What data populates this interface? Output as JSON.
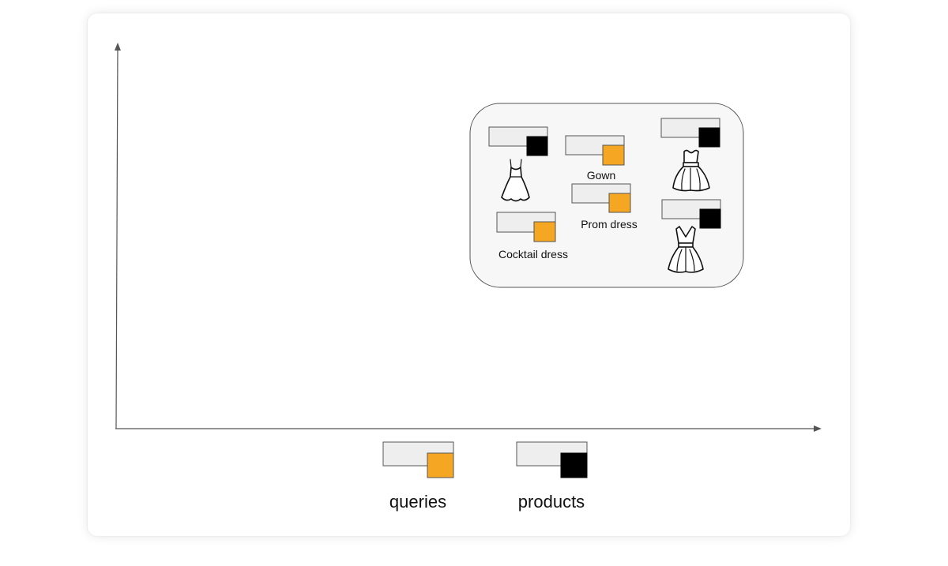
{
  "queries": [
    {
      "label": "Gown"
    },
    {
      "label": "Prom dress"
    },
    {
      "label": "Cocktail dress"
    }
  ],
  "products": [
    {
      "icon": "slip-dress-icon"
    },
    {
      "icon": "ball-gown-icon"
    },
    {
      "icon": "v-neck-dress-icon"
    }
  ],
  "legend": {
    "queries_label": "queries",
    "products_label": "products"
  },
  "colors": {
    "query": "#f5a623",
    "product": "#000000",
    "cluster_fill": "#f7f7f7",
    "axis": "#555555"
  }
}
